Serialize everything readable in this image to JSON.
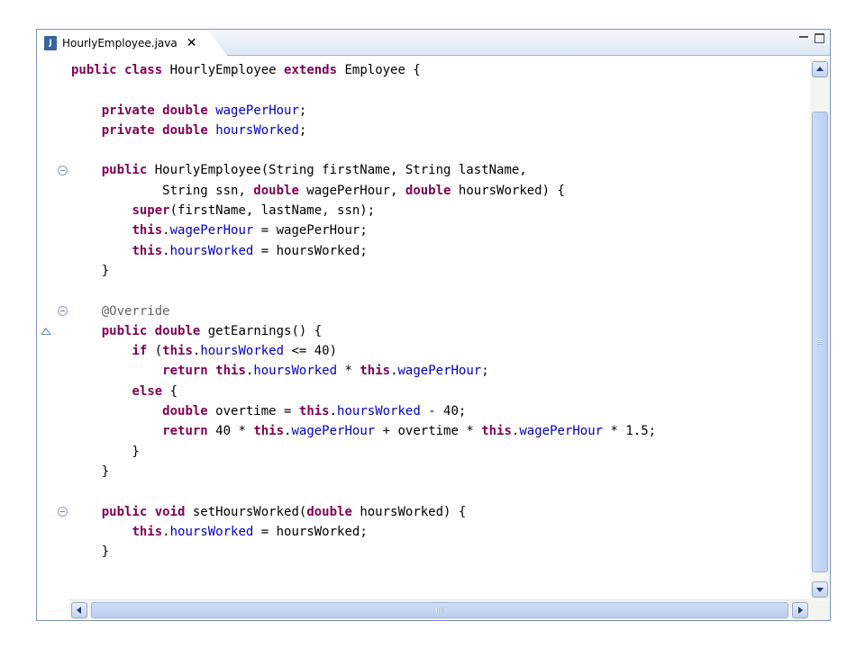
{
  "tab": {
    "icon": "java-file-icon",
    "file_icon_letter": "J",
    "title": "HourlyEmployee.java",
    "close_glyph": "✕"
  },
  "window_controls": [
    "minimize-icon",
    "maximize-icon"
  ],
  "code_lines": [
    [
      {
        "t": "public",
        "c": "kw"
      },
      {
        "t": " "
      },
      {
        "t": "class",
        "c": "kw"
      },
      {
        "t": " HourlyEmployee "
      },
      {
        "t": "extends",
        "c": "kw"
      },
      {
        "t": " Employee {"
      }
    ],
    [],
    [
      {
        "t": "    "
      },
      {
        "t": "private",
        "c": "kw"
      },
      {
        "t": " "
      },
      {
        "t": "double",
        "c": "kw"
      },
      {
        "t": " "
      },
      {
        "t": "wagePerHour",
        "c": "fld"
      },
      {
        "t": ";"
      }
    ],
    [
      {
        "t": "    "
      },
      {
        "t": "private",
        "c": "kw"
      },
      {
        "t": " "
      },
      {
        "t": "double",
        "c": "kw"
      },
      {
        "t": " "
      },
      {
        "t": "hoursWorked",
        "c": "fld"
      },
      {
        "t": ";"
      }
    ],
    [],
    [
      {
        "t": "    "
      },
      {
        "t": "public",
        "c": "kw"
      },
      {
        "t": " HourlyEmployee(String firstName, String lastName,"
      }
    ],
    [
      {
        "t": "            String ssn, "
      },
      {
        "t": "double",
        "c": "kw"
      },
      {
        "t": " wagePerHour, "
      },
      {
        "t": "double",
        "c": "kw"
      },
      {
        "t": " hoursWorked) {"
      }
    ],
    [
      {
        "t": "        "
      },
      {
        "t": "super",
        "c": "kw"
      },
      {
        "t": "(firstName, lastName, ssn);"
      }
    ],
    [
      {
        "t": "        "
      },
      {
        "t": "this",
        "c": "kw"
      },
      {
        "t": "."
      },
      {
        "t": "wagePerHour",
        "c": "fld"
      },
      {
        "t": " = wagePerHour;"
      }
    ],
    [
      {
        "t": "        "
      },
      {
        "t": "this",
        "c": "kw"
      },
      {
        "t": "."
      },
      {
        "t": "hoursWorked",
        "c": "fld"
      },
      {
        "t": " = hoursWorked;"
      }
    ],
    [
      {
        "t": "    }"
      }
    ],
    [],
    [
      {
        "t": "    "
      },
      {
        "t": "@Override",
        "c": "ann"
      }
    ],
    [
      {
        "t": "    "
      },
      {
        "t": "public",
        "c": "kw"
      },
      {
        "t": " "
      },
      {
        "t": "double",
        "c": "kw"
      },
      {
        "t": " getEarnings() {"
      }
    ],
    [
      {
        "t": "        "
      },
      {
        "t": "if",
        "c": "kw"
      },
      {
        "t": " ("
      },
      {
        "t": "this",
        "c": "kw"
      },
      {
        "t": "."
      },
      {
        "t": "hoursWorked",
        "c": "fld"
      },
      {
        "t": " <= 40)"
      }
    ],
    [
      {
        "t": "            "
      },
      {
        "t": "return",
        "c": "kw"
      },
      {
        "t": " "
      },
      {
        "t": "this",
        "c": "kw"
      },
      {
        "t": "."
      },
      {
        "t": "hoursWorked",
        "c": "fld"
      },
      {
        "t": " * "
      },
      {
        "t": "this",
        "c": "kw"
      },
      {
        "t": "."
      },
      {
        "t": "wagePerHour",
        "c": "fld"
      },
      {
        "t": ";"
      }
    ],
    [
      {
        "t": "        "
      },
      {
        "t": "else",
        "c": "kw"
      },
      {
        "t": " {"
      }
    ],
    [
      {
        "t": "            "
      },
      {
        "t": "double",
        "c": "kw"
      },
      {
        "t": " overtime = "
      },
      {
        "t": "this",
        "c": "kw"
      },
      {
        "t": "."
      },
      {
        "t": "hoursWorked",
        "c": "fld"
      },
      {
        "t": " - 40;"
      }
    ],
    [
      {
        "t": "            "
      },
      {
        "t": "return",
        "c": "kw"
      },
      {
        "t": " 40 * "
      },
      {
        "t": "this",
        "c": "kw"
      },
      {
        "t": "."
      },
      {
        "t": "wagePerHour",
        "c": "fld"
      },
      {
        "t": " + overtime * "
      },
      {
        "t": "this",
        "c": "kw"
      },
      {
        "t": "."
      },
      {
        "t": "wagePerHour",
        "c": "fld"
      },
      {
        "t": " * 1.5;"
      }
    ],
    [
      {
        "t": "        }"
      }
    ],
    [
      {
        "t": "    }"
      }
    ],
    [],
    [
      {
        "t": "    "
      },
      {
        "t": "public",
        "c": "kw"
      },
      {
        "t": " "
      },
      {
        "t": "void",
        "c": "kw"
      },
      {
        "t": " setHoursWorked("
      },
      {
        "t": "double",
        "c": "kw"
      },
      {
        "t": " hoursWorked) {"
      }
    ],
    [
      {
        "t": "        "
      },
      {
        "t": "this",
        "c": "kw"
      },
      {
        "t": "."
      },
      {
        "t": "hoursWorked",
        "c": "fld"
      },
      {
        "t": " = hoursWorked;"
      }
    ],
    [
      {
        "t": "    }"
      }
    ],
    [],
    [],
    [
      {
        "t": "}"
      }
    ]
  ],
  "gutter": {
    "fold_lines": [
      5,
      12,
      22
    ],
    "override_line": 13
  },
  "colors": {
    "keyword": "#7f0055",
    "field": "#0000c0",
    "annotation": "#646464",
    "border": "#7a96bd"
  }
}
